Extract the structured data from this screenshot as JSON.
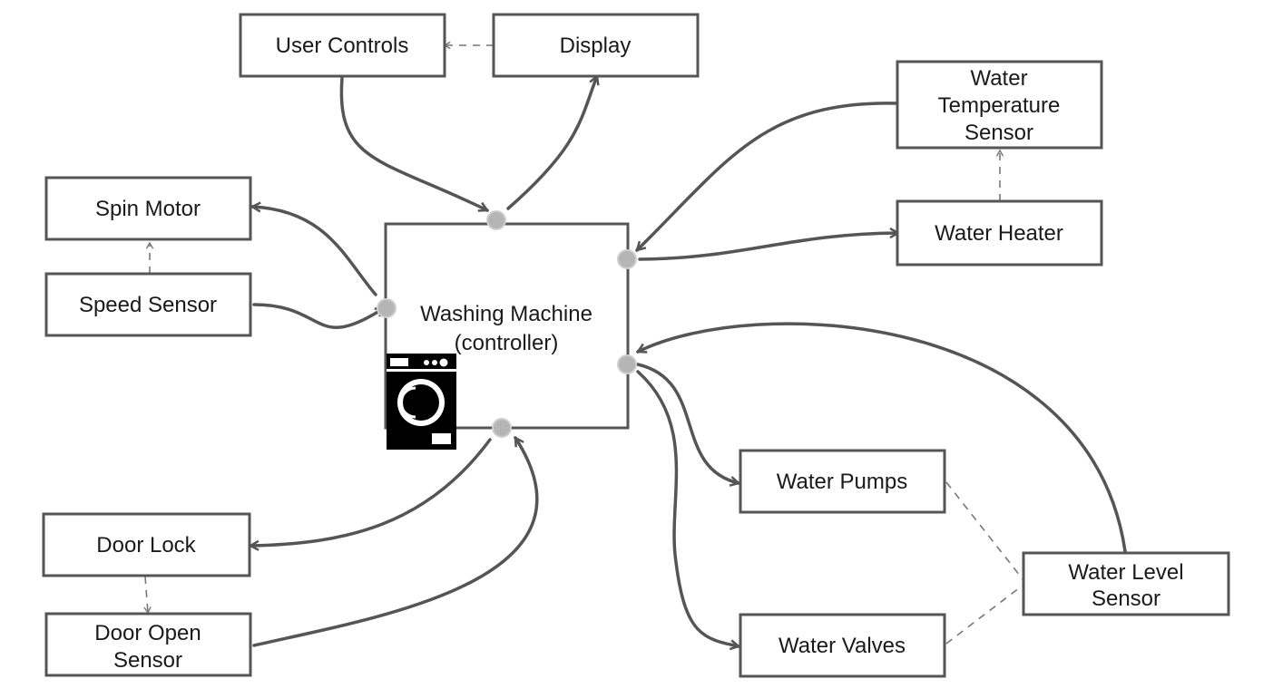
{
  "diagram": {
    "central": {
      "line1": "Washing Machine",
      "line2": "(controller)"
    },
    "nodes": {
      "user_controls": "User Controls",
      "display": "Display",
      "temp_sensor": {
        "line1": "Water",
        "line2": "Temperature",
        "line3": "Sensor"
      },
      "water_heater": "Water Heater",
      "spin_motor": "Spin Motor",
      "speed_sensor": "Speed Sensor",
      "door_lock": "Door Lock",
      "door_open_sensor": {
        "line1": "Door Open",
        "line2": "Sensor"
      },
      "water_pumps": "Water Pumps",
      "water_valves": "Water Valves",
      "level_sensor": {
        "line1": "Water Level",
        "line2": "Sensor"
      }
    },
    "icon": "washing-machine-icon",
    "colors": {
      "box_stroke": "#555555",
      "connector": "#555555",
      "dashed": "#777777",
      "port": "#b5b5b5"
    }
  }
}
